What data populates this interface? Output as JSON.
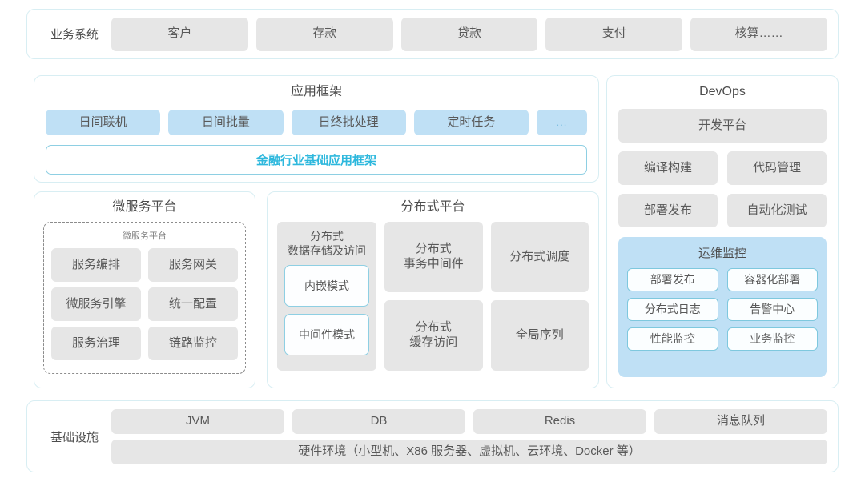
{
  "business_systems": {
    "label": "业务系统",
    "items": [
      "客户",
      "存款",
      "贷款",
      "支付",
      "核算……"
    ]
  },
  "app_framework": {
    "title": "应用框架",
    "tags": [
      "日间联机",
      "日间批量",
      "日终批处理",
      "定时任务",
      "..."
    ],
    "band": "金融行业基础应用框架",
    "band_color": "#2eb8dd"
  },
  "microservice_platform": {
    "title": "微服务平台",
    "inner_title": "微服务平台",
    "items": [
      "服务编排",
      "服务网关",
      "微服务引擎",
      "统一配置",
      "服务治理",
      "链路监控"
    ]
  },
  "distributed_platform": {
    "title": "分布式平台",
    "column1": {
      "title": "分布式\n数据存储及访问",
      "modes": [
        "内嵌模式",
        "中间件模式"
      ]
    },
    "items": [
      "分布式\n事务中间件",
      "分布式调度",
      "分布式\n缓存访问",
      "全局序列"
    ]
  },
  "devops": {
    "title": "DevOps",
    "platform": "开发平台",
    "items": [
      "编译构建",
      "代码管理",
      "部署发布",
      "自动化测试"
    ],
    "ops_monitor": {
      "title": "运维监控",
      "items": [
        "部署发布",
        "容器化部署",
        "分布式日志",
        "告警中心",
        "性能监控",
        "业务监控"
      ]
    }
  },
  "infrastructure": {
    "label": "基础设施",
    "items": [
      "JVM",
      "DB",
      "Redis",
      "消息队列"
    ],
    "hardware": "硬件环境（小型机、X86 服务器、虚拟机、云环境、Docker 等）"
  },
  "colors": {
    "accent": "#2eb8dd",
    "chip_blue": "#bfe0f5",
    "chip_gray": "#e6e6e6",
    "panel_border": "#d8eef3"
  }
}
